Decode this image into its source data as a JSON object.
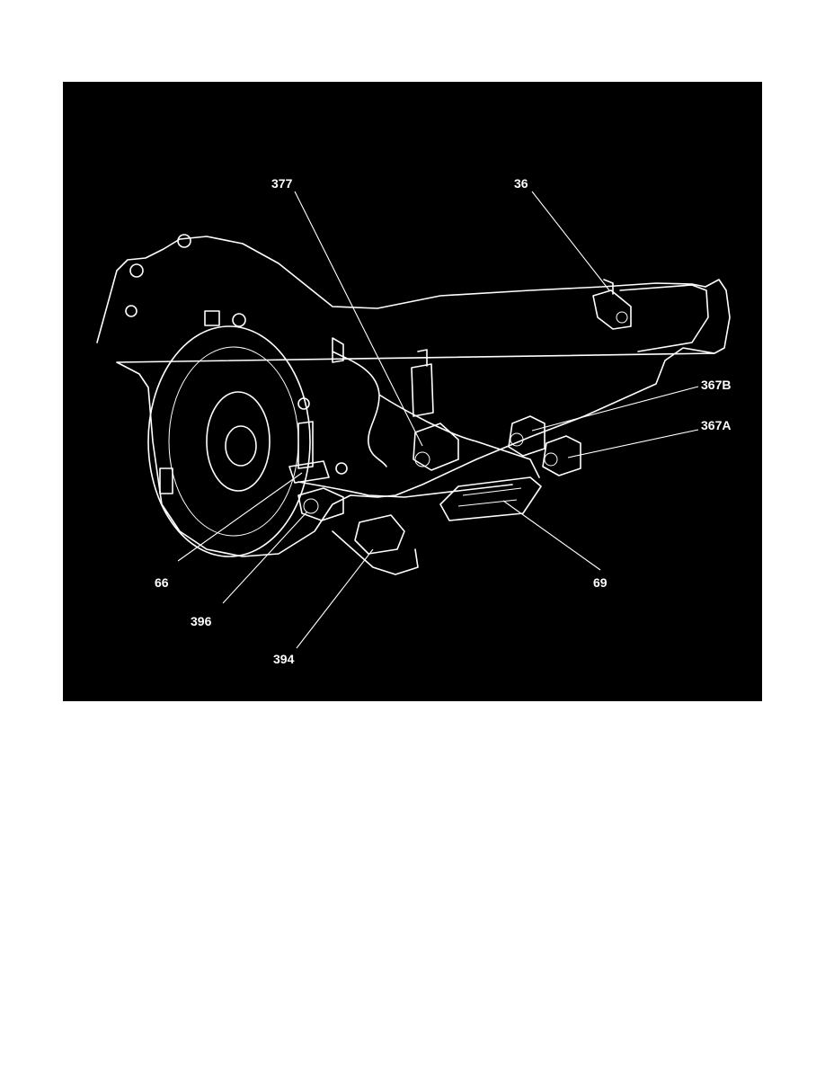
{
  "figure": {
    "background_color": "#000000",
    "line_color": "#ffffff",
    "callouts": [
      {
        "id": "c377",
        "label": "377"
      },
      {
        "id": "c36",
        "label": "36"
      },
      {
        "id": "c367b",
        "label": "367B"
      },
      {
        "id": "c367a",
        "label": "367A"
      },
      {
        "id": "c66",
        "label": "66"
      },
      {
        "id": "c69",
        "label": "69"
      },
      {
        "id": "c396",
        "label": "396"
      },
      {
        "id": "c394",
        "label": "394"
      }
    ]
  }
}
